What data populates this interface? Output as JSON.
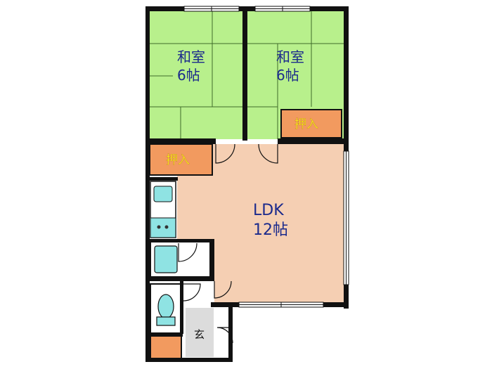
{
  "rooms": {
    "washitsu_left": {
      "name": "和室",
      "size": "6帖"
    },
    "washitsu_right": {
      "name": "和室",
      "size": "6帖"
    },
    "ldk": {
      "name": "LDK",
      "size": "12帖"
    }
  },
  "closets": {
    "left": "押入",
    "right": "押入"
  },
  "entrance": "玄",
  "colors": {
    "tatami": "#b8f08c",
    "tatami_line": "#3f6b2a",
    "ldk_floor": "#f5cfb3",
    "closet": "#f29a5f",
    "closet_text": "#ffef1a",
    "room_text": "#1b2a8c",
    "wall": "#111111",
    "fixture": "#8fe3e3",
    "genkan": "#dcdcdc"
  }
}
